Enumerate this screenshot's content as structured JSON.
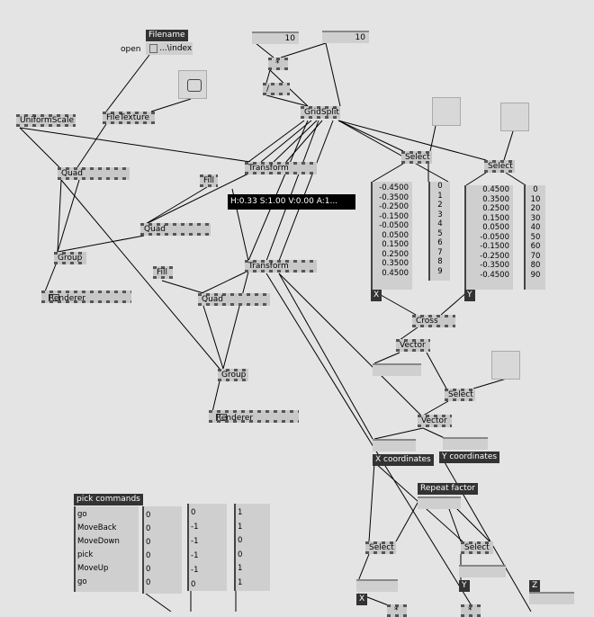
{
  "nodes": {
    "filename_label": "Filename",
    "open_label": "open",
    "file_path": "...\\index",
    "uniform_scale": "UniformScale",
    "file_texture": "FileTexture",
    "quad": "Quad",
    "transform": "Transform",
    "fill": "Fill",
    "group": "Group",
    "renderer": "Renderer",
    "grid_split": "GridSplit",
    "multiply": "*",
    "divide": "/",
    "select": "Select",
    "cross": "Cross",
    "vector": "Vector",
    "ten_a": "10",
    "ten_b": "10",
    "tooltip": "H:0.33  S:1.00  V:0.00  A:1..."
  },
  "labels": {
    "x_coordinates": "X coordinates",
    "y_coordinates": "Y coordinates",
    "repeat_factor": "Repeat factor",
    "pick_commands": "pick commands",
    "x": "X",
    "y": "Y",
    "z": "Z"
  },
  "x_values": [
    "-0.4500",
    "-0.3500",
    "-0.2500",
    "-0.1500",
    "-0.0500",
    "0.0500",
    "0.1500",
    "0.2500",
    "0.3500",
    "0.4500"
  ],
  "x_index": [
    "0",
    "1",
    "2",
    "3",
    "4",
    "5",
    "6",
    "7",
    "8",
    "9"
  ],
  "y_values": [
    "0.4500",
    "0.3500",
    "0.2500",
    "0.1500",
    "0.0500",
    "-0.0500",
    "-0.1500",
    "-0.2500",
    "-0.3500",
    "-0.4500"
  ],
  "y_index": [
    "0",
    "10",
    "20",
    "30",
    "40",
    "50",
    "60",
    "70",
    "80",
    "90"
  ],
  "pick_commands": [
    "go",
    "MoveBack",
    "MoveDown",
    "pick",
    "MoveUp",
    "go"
  ],
  "pick_col_a": [
    "0",
    "0",
    "0",
    "0",
    "0",
    "0"
  ],
  "pick_col_b": [
    "0",
    "-1",
    "-1",
    "-1",
    "-1",
    "0"
  ],
  "pick_col_c": [
    "1",
    "1",
    "0",
    "0",
    "1",
    "1"
  ]
}
